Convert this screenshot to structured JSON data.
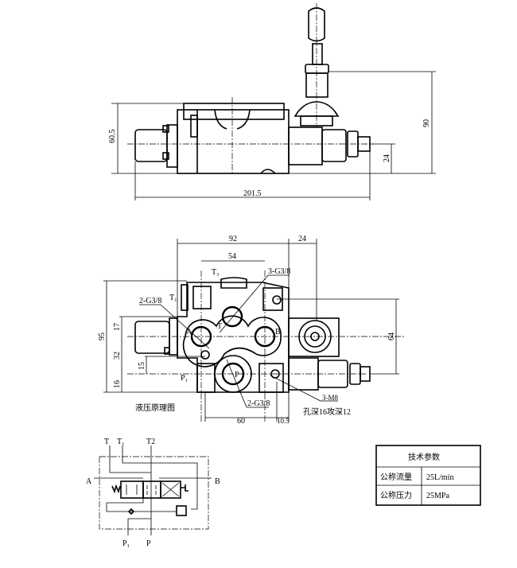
{
  "side_view": {
    "dims": {
      "height": "60.5",
      "total_height": "90",
      "axis_height": "24",
      "length": "201.5"
    }
  },
  "front_view": {
    "dims": {
      "width": "92",
      "handle_offset": "24",
      "port_spacing": "54",
      "height": "95",
      "d17": "17",
      "d32": "32",
      "d15": "15",
      "d16": "16",
      "d64": "64",
      "d60": "60",
      "d10_5": "10.5"
    },
    "labels": {
      "side_ports": "2-G3/8",
      "top_ports": "3-G3/8",
      "t1": "T₁",
      "t3": "T₃",
      "a": "A",
      "b": "B",
      "t": "T",
      "p": "P",
      "p1": "P₁",
      "bottom_ports": "2-G3/8",
      "mount_holes": "3-M8",
      "mount_depth": "孔深16攻深12",
      "schematic_title": "液压原理图"
    }
  },
  "schematic": {
    "labels": {
      "t": "T",
      "t1": "T₁",
      "t2": "T2",
      "a": "A",
      "b": "B",
      "p1": "P₁",
      "p": "P"
    }
  },
  "spec_table": {
    "title": "技术参数",
    "rows": [
      {
        "name": "公称流量",
        "value": "25L/min"
      },
      {
        "name": "公称压力",
        "value": "25MPa"
      }
    ]
  }
}
